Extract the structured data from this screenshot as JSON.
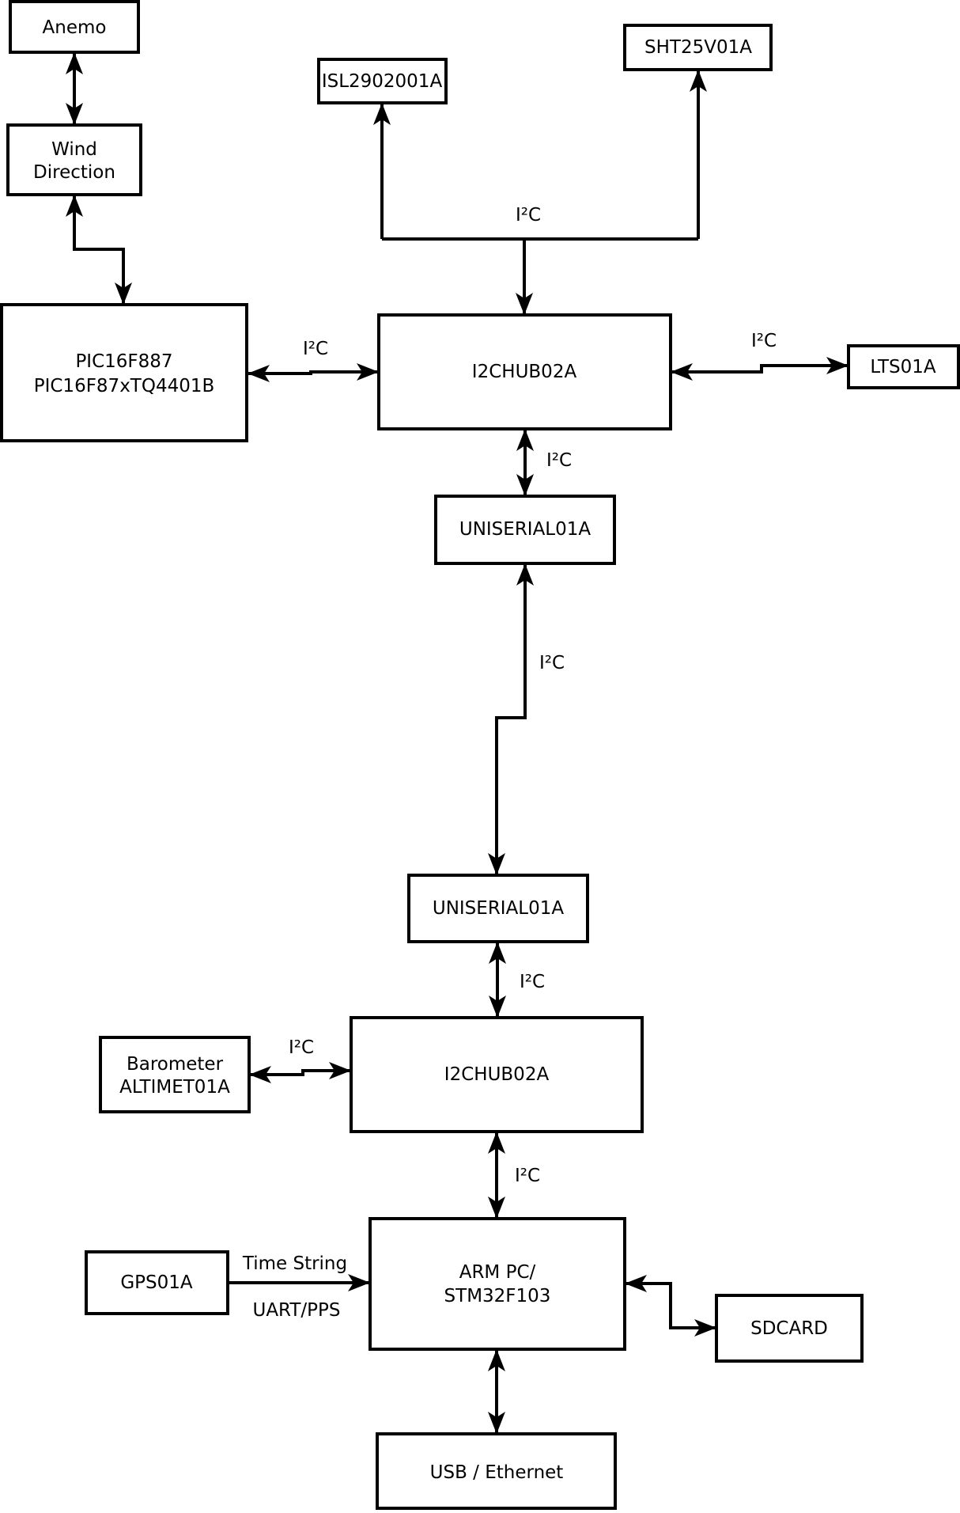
{
  "diagram": {
    "background": "#ffffff",
    "line_color": "#000000",
    "box_fill": "#ffffff",
    "text_color": "#000000",
    "nodes": {
      "anemo": {
        "label": "Anemo"
      },
      "wind_direction": {
        "line1": "Wind",
        "line2": "Direction"
      },
      "pic": {
        "line1": "PIC16F887",
        "line2": "PIC16F87xTQ4401B"
      },
      "isl": {
        "label": "ISL2902001A"
      },
      "sht": {
        "label": "SHT25V01A"
      },
      "i2chub_top": {
        "label": "I2CHUB02A"
      },
      "lts": {
        "label": "LTS01A"
      },
      "uniserial_top": {
        "label": "UNISERIAL01A"
      },
      "uniserial_bottom": {
        "label": "UNISERIAL01A"
      },
      "i2chub_bottom": {
        "label": "I2CHUB02A"
      },
      "barometer": {
        "line1": "Barometer",
        "line2": "ALTIMET01A"
      },
      "arm_pc": {
        "line1": "ARM PC/",
        "line2": "STM32F103"
      },
      "gps": {
        "label": "GPS01A"
      },
      "sdcard": {
        "label": "SDCARD"
      },
      "usb_ethernet": {
        "label": "USB / Ethernet"
      }
    },
    "edge_labels": {
      "bus_top": "I²C",
      "pic_hub": "I²C",
      "hub_lts": "I²C",
      "hub_uniserial": "I²C",
      "uniserial_link": "I²C",
      "uniserial_hub2": "I²C",
      "barometer_hub2": "I²C",
      "hub2_armpc": "I²C",
      "gps_time": "Time String",
      "gps_uart": "UART/PPS"
    }
  }
}
